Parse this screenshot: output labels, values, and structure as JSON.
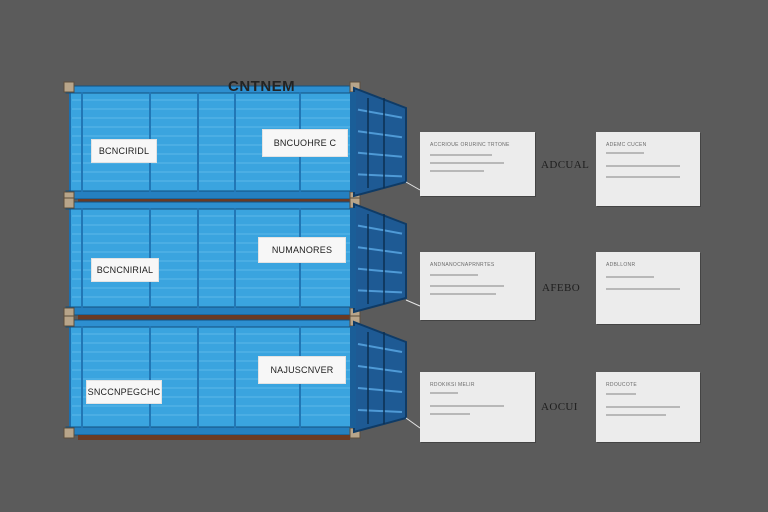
{
  "title": "CNTNEM",
  "colors": {
    "background": "#5b5b5b",
    "container": "#3aa4df",
    "container_dark": "#1d6fae",
    "end_door": "#1e5a94",
    "card": "#ececec"
  },
  "containers": [
    {
      "name_tag": "BNCUOHRE C",
      "side_tag": "BCNCIRIDL"
    },
    {
      "name_tag": "NUMANORES",
      "side_tag": "BCNCNIRIAL"
    },
    {
      "name_tag": "NAJUSCNVER",
      "side_tag": "SNCCNPEGCHC"
    }
  ],
  "labels": [
    "ADCUAL",
    "AFEBO",
    "AOCUI"
  ],
  "cards_left": [
    {
      "header": "ACCRIOUE ORURINC TRTONE"
    },
    {
      "header": "ANDNANOCNAPRNRTES"
    },
    {
      "header": "RDOKIKSI MELIR"
    }
  ],
  "cards_right": [
    {
      "header": "ADEMC CUCEN"
    },
    {
      "header": "ADBLLONR"
    },
    {
      "header": "RDOUCOTE"
    }
  ]
}
